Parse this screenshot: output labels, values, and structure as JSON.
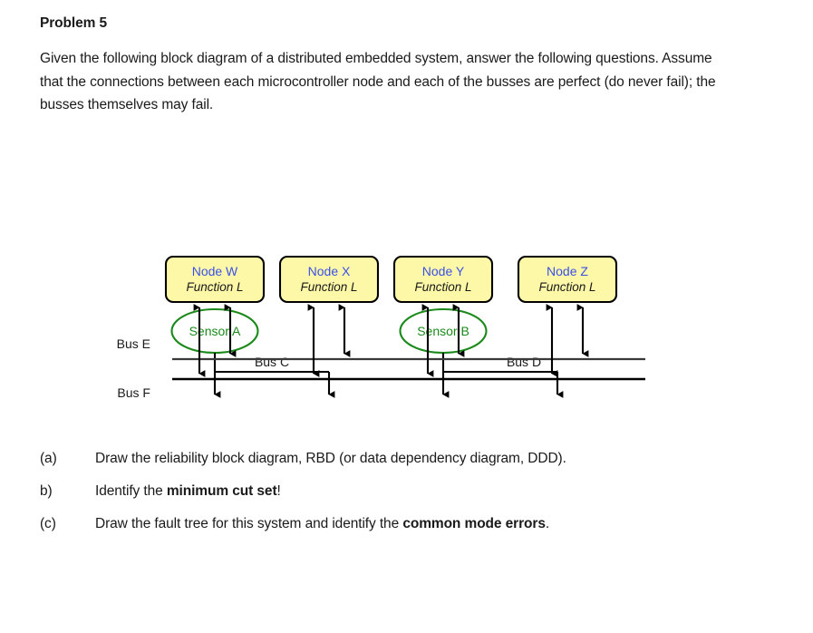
{
  "document": {
    "title": "Problem 5",
    "intro": "Given the following block diagram of a distributed embedded system, answer the following questions. Assume that the connections between each microcontroller node and each of the busses are perfect (do never fail); the busses themselves may fail."
  },
  "diagram": {
    "sensors": [
      {
        "label": "Sensor A"
      },
      {
        "label": "Sensor B"
      }
    ],
    "nodes": [
      {
        "name": "Node W",
        "function": "Function L"
      },
      {
        "name": "Node X",
        "function": "Function L"
      },
      {
        "name": "Node Y",
        "function": "Function L"
      },
      {
        "name": "Node Z",
        "function": "Function L"
      }
    ],
    "busses": [
      {
        "label": "Bus C"
      },
      {
        "label": "Bus D"
      },
      {
        "label": "Bus E"
      },
      {
        "label": "Bus F"
      }
    ],
    "colors": {
      "sensor_stroke": "#1b8a1b",
      "sensor_text": "#1b8a1b",
      "node_fill": "#fdf8a8",
      "node_stroke": "#000000",
      "node_name_text": "#3a50e8",
      "node_func_text": "#1a1a1a",
      "line": "#000000",
      "bus_line": "#3a3a3a"
    }
  },
  "questions": [
    {
      "marker": "(a)",
      "text_before": "Draw the reliability block diagram, RBD (or data dependency diagram, DDD).",
      "bold": "",
      "text_after": ""
    },
    {
      "marker": "b)",
      "text_before": "Identify the ",
      "bold": "minimum cut set",
      "text_after": "!"
    },
    {
      "marker": "(c)",
      "text_before": "Draw the fault tree for this system and identify the ",
      "bold": "common mode errors",
      "text_after": "."
    }
  ]
}
